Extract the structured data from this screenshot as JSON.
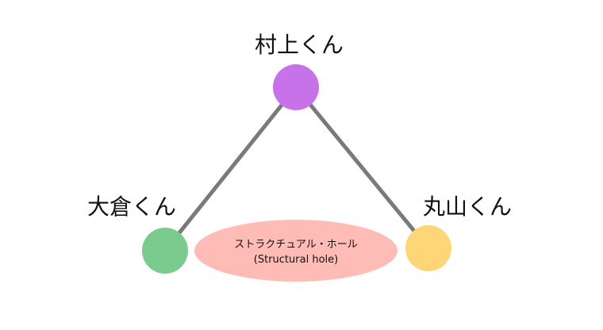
{
  "nodes": {
    "top": {
      "label": "村上くん",
      "color": "#c872ea"
    },
    "left": {
      "label": "大倉くん",
      "color": "#7bcb8f"
    },
    "right": {
      "label": "丸山くん",
      "color": "#ffd677"
    }
  },
  "edge_color": "#7a7a7a",
  "hole": {
    "line1": "ストラクチュアル・ホール",
    "line2": "(Structural hole)",
    "color": "#ffbcb7"
  }
}
